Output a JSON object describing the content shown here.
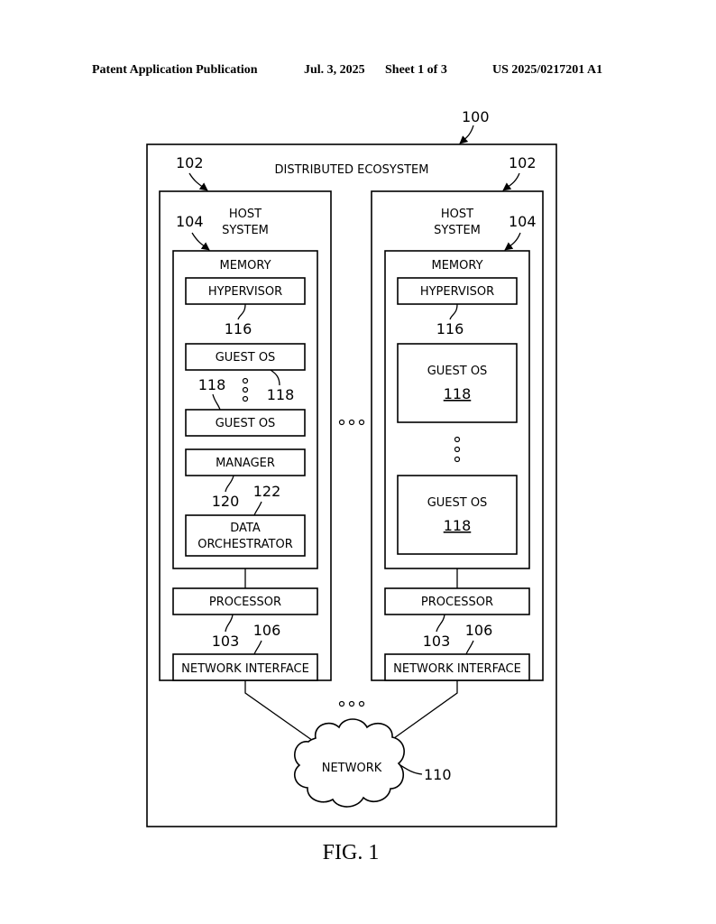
{
  "header": {
    "publication": "Patent Application Publication",
    "date": "Jul. 3, 2025",
    "sheet": "Sheet 1 of 3",
    "number": "US 2025/0217201 A1"
  },
  "diagram": {
    "ecosystem": {
      "ref": "100",
      "label": "DISTRIBUTED ECOSYSTEM"
    },
    "host_left": {
      "ref": "102",
      "label_line1": "HOST",
      "label_line2": "SYSTEM",
      "memory_ref": "104",
      "memory_label": "MEMORY",
      "hypervisor": "HYPERVISOR",
      "hypervisor_ref": "116",
      "guest_os_1": "GUEST OS",
      "guest_os_1_ref": "118",
      "guest_os_2": "GUEST OS",
      "guest_os_2_ref": "118",
      "manager": "MANAGER",
      "manager_ref": "120",
      "orchestrator_line1": "DATA",
      "orchestrator_line2": "ORCHESTRATOR",
      "orchestrator_ref": "122",
      "processor": "PROCESSOR",
      "processor_ref": "103",
      "network_interface": "NETWORK INTERFACE",
      "network_interface_ref": "106"
    },
    "host_right": {
      "ref": "102",
      "label_line1": "HOST",
      "label_line2": "SYSTEM",
      "memory_ref": "104",
      "memory_label": "MEMORY",
      "hypervisor": "HYPERVISOR",
      "hypervisor_ref": "116",
      "guest_os_1": "GUEST OS",
      "guest_os_1_ref": "118",
      "guest_os_2": "GUEST OS",
      "guest_os_2_ref": "118",
      "processor": "PROCESSOR",
      "processor_ref": "103",
      "network_interface": "NETWORK INTERFACE",
      "network_interface_ref": "106"
    },
    "network": {
      "label": "NETWORK",
      "ref": "110"
    },
    "figure_label": "FIG. 1"
  }
}
